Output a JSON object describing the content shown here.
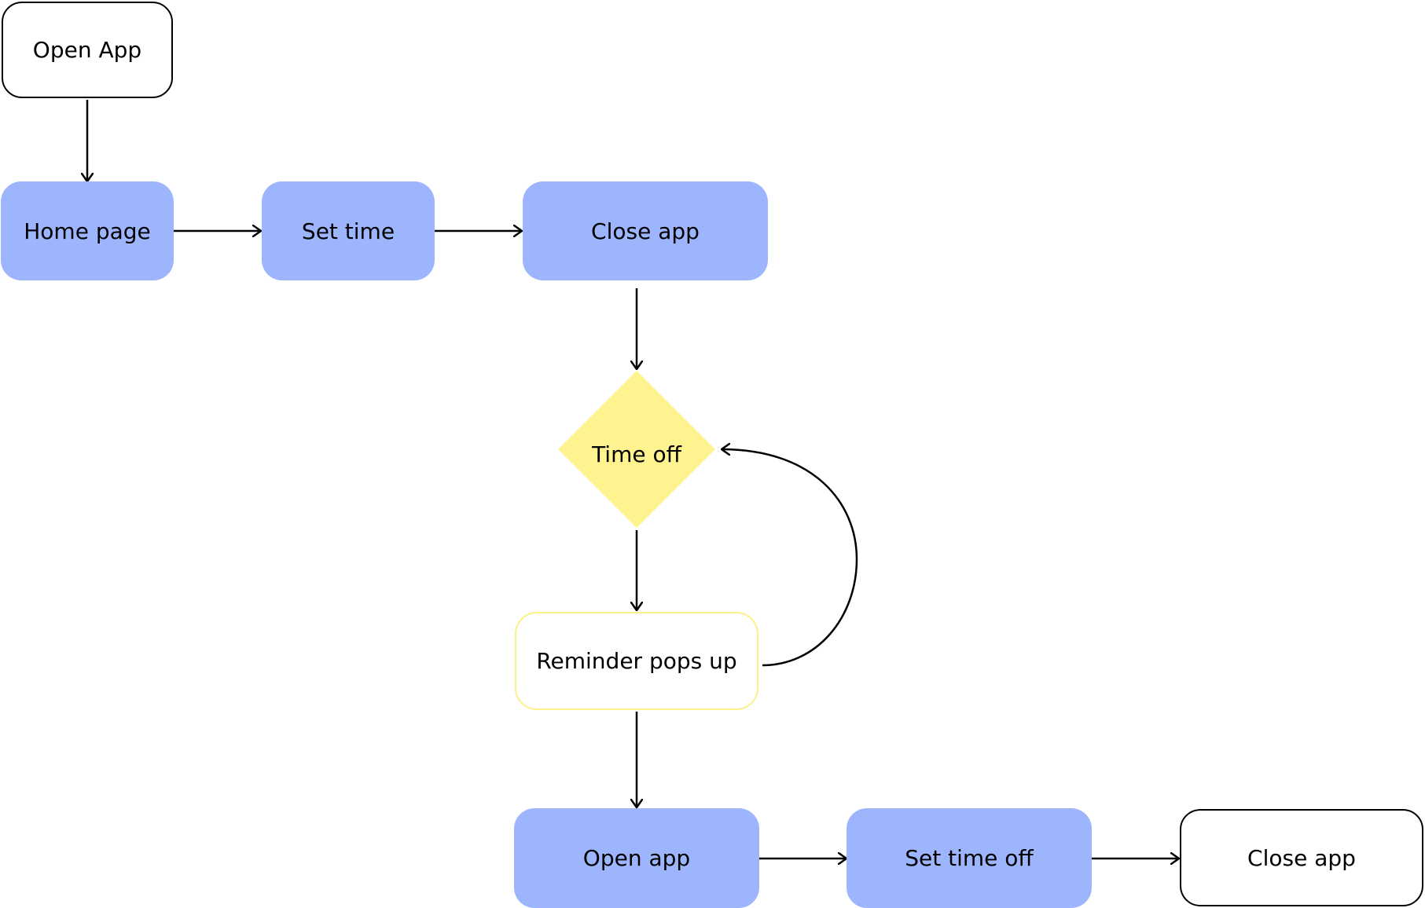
{
  "diagram": {
    "colors": {
      "process_fill": "#9db5fd",
      "decision_fill": "#fef38e",
      "highlight_border": "#fbf189",
      "edge": "#000000"
    },
    "nodes": {
      "open_app_start": "Open App",
      "home_page": "Home page",
      "set_time": "Set time",
      "close_app_1": "Close app",
      "time_off": "Time off",
      "reminder": "Reminder pops up",
      "open_app_2": "Open app",
      "set_time_off": "Set time off",
      "close_app_end": "Close app"
    },
    "edges": [
      {
        "from": "open_app_start",
        "to": "home_page"
      },
      {
        "from": "home_page",
        "to": "set_time"
      },
      {
        "from": "set_time",
        "to": "close_app_1"
      },
      {
        "from": "close_app_1",
        "to": "time_off"
      },
      {
        "from": "time_off",
        "to": "reminder"
      },
      {
        "from": "reminder",
        "to": "time_off"
      },
      {
        "from": "reminder",
        "to": "open_app_2"
      },
      {
        "from": "open_app_2",
        "to": "set_time_off"
      },
      {
        "from": "set_time_off",
        "to": "close_app_end"
      }
    ]
  }
}
